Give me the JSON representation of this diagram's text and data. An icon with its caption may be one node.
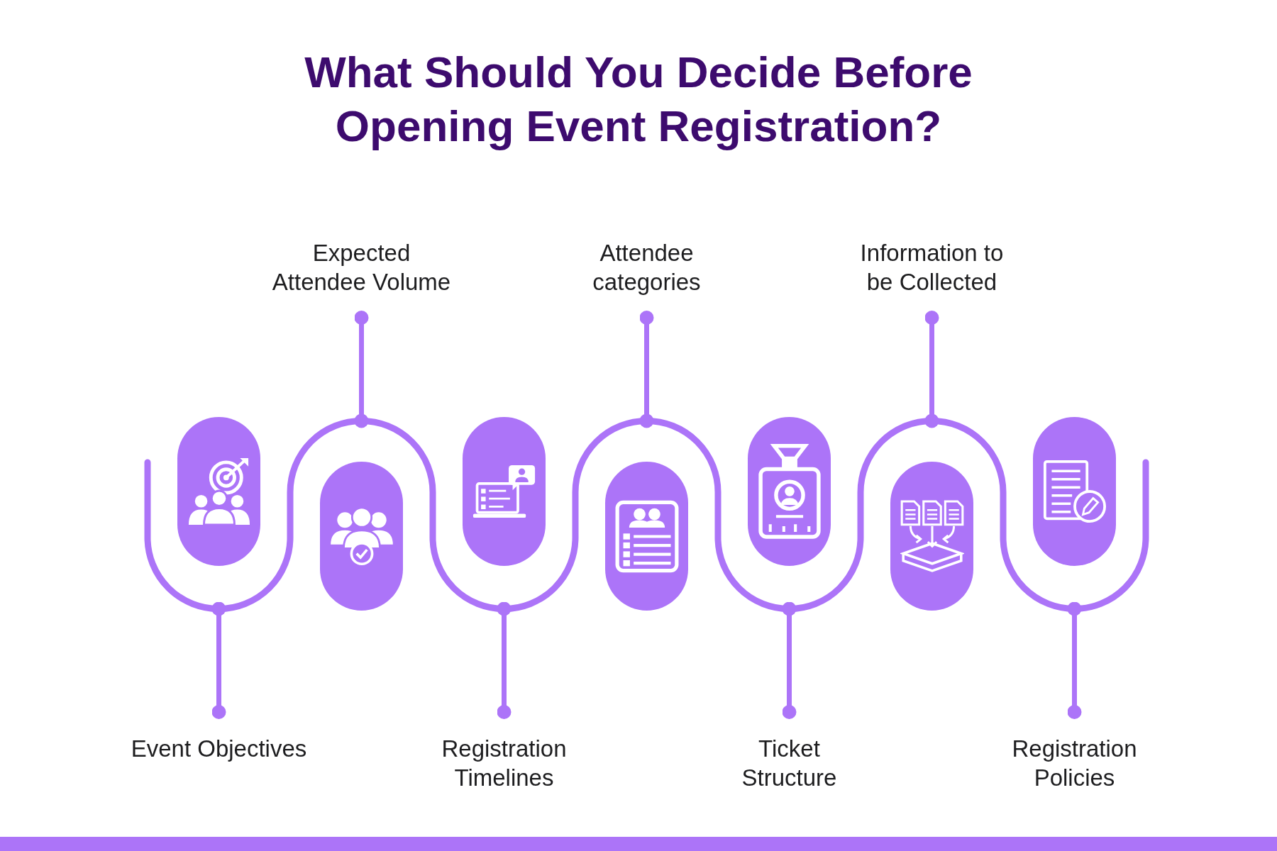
{
  "diagram": {
    "title": "What Should You Decide Before Opening Event Registration?",
    "nodes": [
      {
        "text": [
          "Event Objectives"
        ]
      },
      {
        "text": [
          "Expected Attendee Volume"
        ]
      },
      {
        "text": [
          "Registration Timelines"
        ]
      },
      {
        "text": [
          "Attendee categories"
        ]
      },
      {
        "text": [
          "Ticket Structure"
        ]
      },
      {
        "text": [
          "Information to be Collected"
        ]
      },
      {
        "text": [
          "Registration Policies"
        ]
      },
      {
        "text": [],
        "shape": "pill"
      },
      {
        "text": [],
        "shape": "pill"
      },
      {
        "text": [],
        "shape": "pill"
      },
      {
        "text": [],
        "shape": "pill"
      },
      {
        "text": [],
        "shape": "pill"
      },
      {
        "text": [],
        "shape": "pill"
      },
      {
        "text": [],
        "shape": "pill"
      }
    ],
    "edges": [
      {
        "from": 0,
        "to": 7,
        "arrow": "other"
      },
      {
        "from": 1,
        "to": 8,
        "arrow": "other"
      },
      {
        "from": 2,
        "to": 9,
        "arrow": "other"
      },
      {
        "from": 3,
        "to": 10,
        "arrow": "other"
      },
      {
        "from": 4,
        "to": 11,
        "arrow": "other"
      },
      {
        "from": 5,
        "to": 12,
        "arrow": "other"
      },
      {
        "from": 6,
        "to": 13,
        "arrow": "other"
      }
    ]
  }
}
